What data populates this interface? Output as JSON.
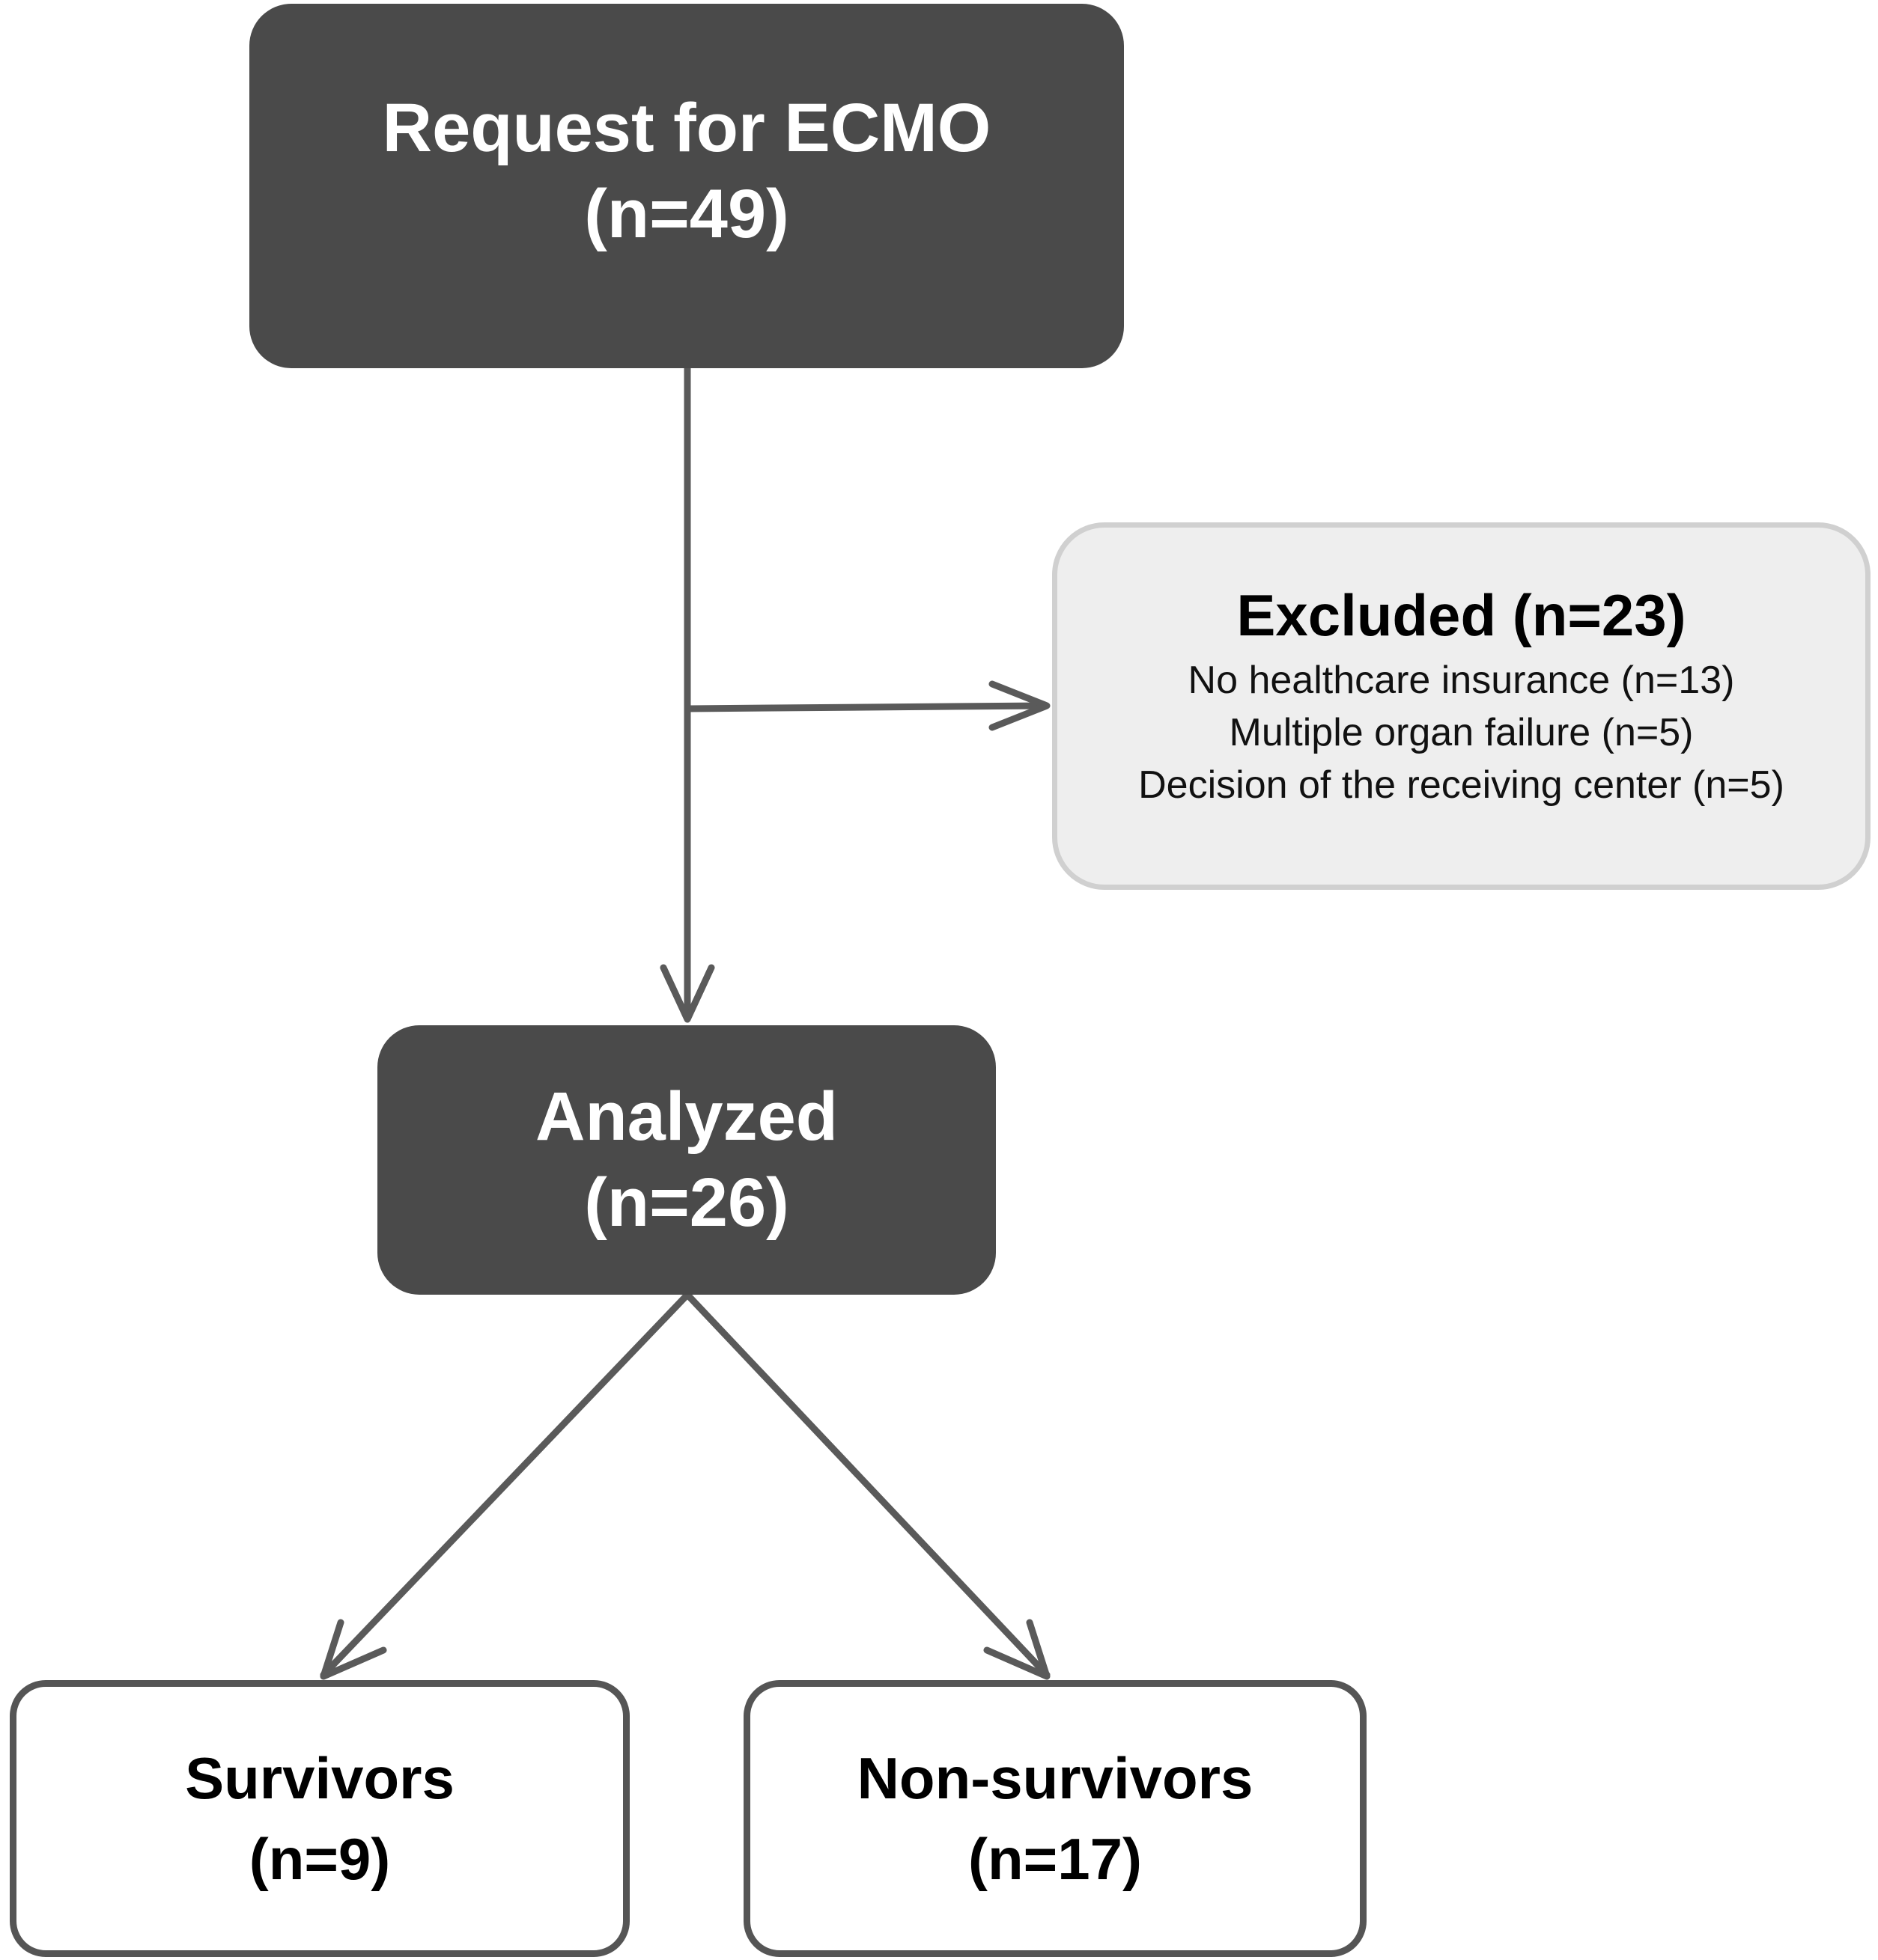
{
  "diagram": {
    "colors": {
      "dark_box": "#4a4a4a",
      "excluded_box": "#eeeeee",
      "outline": "#555555",
      "connector": "#5a5a5a"
    },
    "request": {
      "title": "Request for ECMO",
      "count": "(n=49)"
    },
    "excluded": {
      "title": "Excluded (n=23)",
      "reasons": [
        "No healthcare insurance (n=13)",
        "Multiple organ failure (n=5)",
        "Decision of the receiving center (n=5)"
      ]
    },
    "analyzed": {
      "title": "Analyzed",
      "count": "(n=26)"
    },
    "survivors": {
      "title": "Survivors",
      "count": "(n=9)"
    },
    "non_survivors": {
      "title": "Non-survivors",
      "count": "(n=17)"
    }
  }
}
